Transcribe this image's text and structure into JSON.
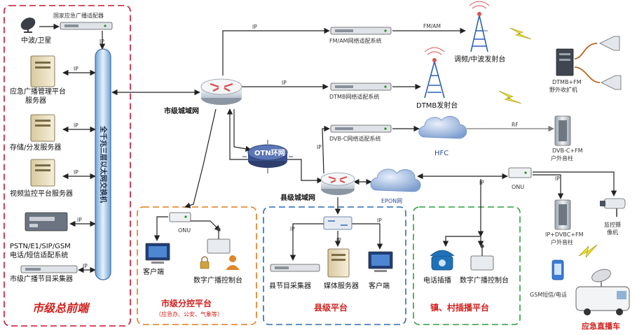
{
  "sections": {
    "city_head": "市级总前端",
    "city_sub": "市级分控平台",
    "city_sub_note": "（应急办、公安、气象等）",
    "county": "县级平台",
    "town": "镇、村插播平台",
    "vehicle": "应急直播车"
  },
  "nodes": {
    "national_adapter": "国家应急广播适配器",
    "mw_satellite": "中波/卫星",
    "mgmt_server_1": "应急广播管理平台",
    "mgmt_server_2": "服务器",
    "storage_server": "存储/分发服务器",
    "video_server": "视频监控平台服务器",
    "pstn_1": "PSTN/E1/SIP/GSM",
    "pstn_2": "电话/短信适配系统",
    "city_collector": "市级广播节目采集器",
    "backbone_switch": "全千兆三层以太网交换机",
    "city_router": "市级城域网",
    "otn": "OTN环网",
    "county_router": "县级城域网",
    "fm_am_sys": "FM/AM网络适配系统",
    "dtmb_sys": "DTMB网络适配系统",
    "dvbc_sys": "DVB-C网络适配系统",
    "fm_tower": "调频/中波发射台",
    "dtmb_tower": "DTMB发射台",
    "hfc": "HFC",
    "epon": "EPON网",
    "receiver_1": "DTMB+FM",
    "receiver_2": "野外收扩机",
    "dvbc_col_1": "DVB-C+FM",
    "dvbc_col_2": "户外音柱",
    "onu_right": "ONU",
    "ipcol_1": "IP+DVBC+FM",
    "ipcol_2": "户外音柱",
    "camera_1": "监控摄",
    "camera_2": "像机",
    "onu_city": "ONU",
    "client_city": "客户端",
    "console_city": "数字广播控制台",
    "county_collector": "县节目采集器",
    "media_server": "媒体服务器",
    "client_county": "客户端",
    "phone_insert": "电话插播",
    "console_town": "数字广播控制台",
    "gsm": "GSM短信/电话"
  },
  "link_labels": {
    "ip": "IP",
    "fm_am": "FM/AM",
    "rf": "RF"
  },
  "colors": {
    "city_border": "#c8102e",
    "sub_border": "#e07b1a",
    "county_border": "#2b6cb0",
    "town_border": "#2e9e3e",
    "section_text": "#d0201c",
    "router": "#d9534f",
    "cloud": "#6d8fc7",
    "tower": "#2b5fb5",
    "bolt": "#f1e12a"
  }
}
